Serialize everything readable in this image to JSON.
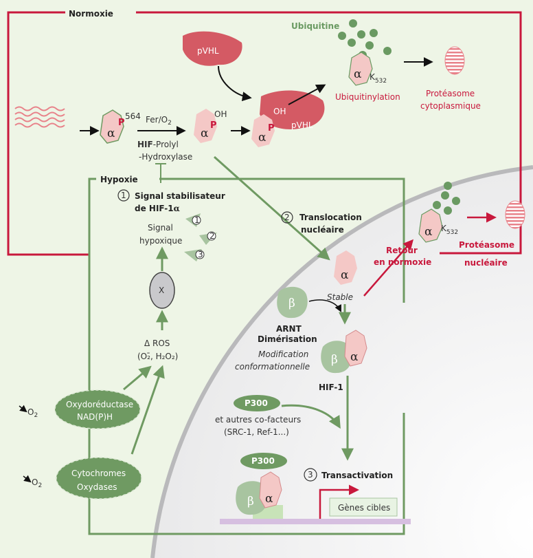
{
  "colors": {
    "normoxie_red": "#c8183c",
    "hypoxie_green": "#6f9a62",
    "nucleus_grey": "#b9b9bb",
    "alpha_pink": "#f4c8c6",
    "pvhl_red": "#d45a64",
    "ubiquitin_green": "#6a9a62"
  },
  "normoxie": {
    "title": "Normoxie",
    "ubiquitine": "Ubiquitine",
    "pvhl": "pVHL",
    "complex_oh": "OH",
    "complex_pvhl": "pVHL",
    "k532": "K",
    "k532_sub": "532",
    "ubiquitinylation": "Ubiquitinylation",
    "proteasome_line1": "Protéasome",
    "proteasome_line2": "cytoplasmique",
    "p564_sup": "564",
    "fer_o2": "Fer/O",
    "fer_o2_sub": "2",
    "hif_bold": "HIF",
    "hif_rest": "-Prolyl",
    "hydroxylase": "-Hydroxylase",
    "oh_label": "OH",
    "p_label": "P"
  },
  "hypoxie": {
    "title": "Hypoxie",
    "step1_num": "1",
    "step1_line1": "Signal stabilisateur",
    "step1_line2": "de HIF-1",
    "step1_alpha": "α",
    "signal_line1": "Signal",
    "signal_line2": "hypoxique",
    "tri1": "1",
    "tri2": "2",
    "tri3": "3",
    "x_label": "X",
    "delta_ros": "Δ ROS",
    "ros_species": "(O₂̄, H₂O₂)",
    "o2_a": "O",
    "o2_a_sub": "2",
    "o2_b": "O",
    "o2_b_sub": "2",
    "oxydo_line1": "Oxydoréductase",
    "oxydo_line2": "NAD(P)H",
    "cyto_line1": "Cytochromes",
    "cyto_line2": "Oxydases"
  },
  "nucleus": {
    "step2_num": "2",
    "step2_line1": "Translocation",
    "step2_line2": "nucléaire",
    "stable": "Stable",
    "arnt": "ARNT",
    "dimerisation": "Dimérisation",
    "modif_line1": "Modification",
    "modif_line2": "conformationnelle",
    "hif1": "HIF-1",
    "p300": "P300",
    "cofact_line1": "et autres co-facteurs",
    "cofact_line2": "(SRC-1, Ref-1...)",
    "p300_bottom": "P300",
    "step3_num": "3",
    "transactivation": "Transactivation",
    "genes": "Gènes cibles",
    "retour_line1": "Retour",
    "retour_line2": "en normoxie",
    "proteasome_line1": "Protéasome",
    "proteasome_line2": "nucléaire",
    "k532": "K",
    "k532_sub": "532"
  },
  "greek": {
    "alpha": "α",
    "beta": "β"
  }
}
